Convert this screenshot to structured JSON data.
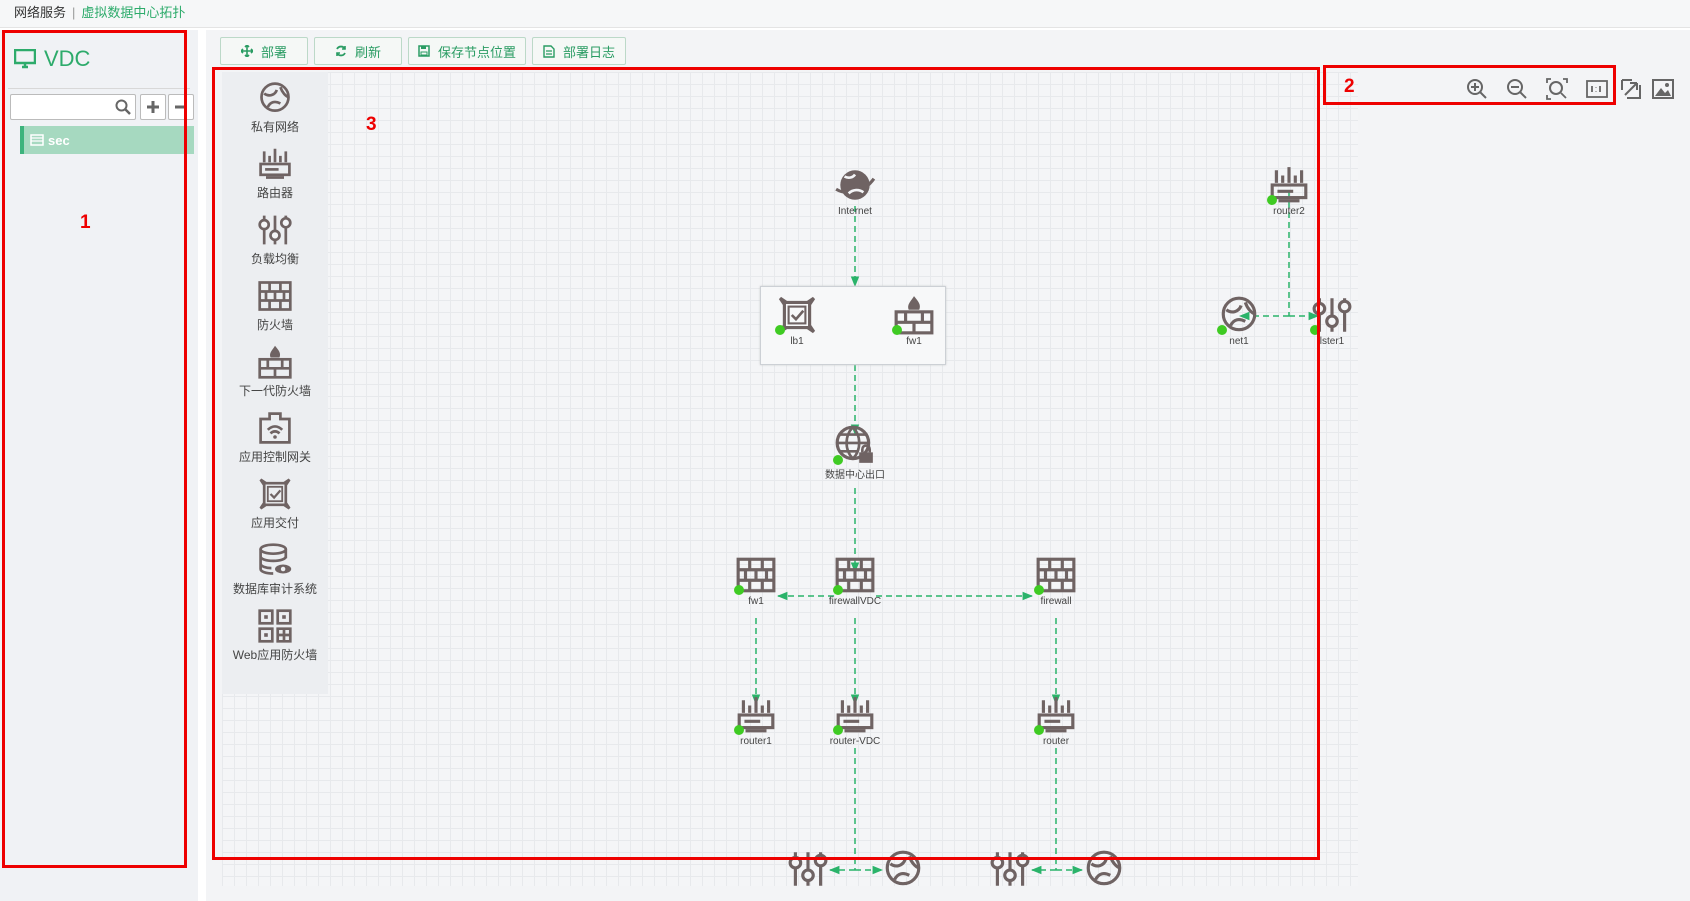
{
  "breadcrumb": {
    "parent": "网络服务",
    "separator": "|",
    "current": "虚拟数据中心拓扑"
  },
  "sidebar": {
    "title": "VDC",
    "search": {
      "placeholder": "",
      "value": ""
    },
    "tree": [
      {
        "label": "sec",
        "selected": true
      }
    ]
  },
  "toolbar": {
    "deploy": "部署",
    "refresh": "刷新",
    "save_positions": "保存节点位置",
    "deploy_log": "部署日志"
  },
  "annotations": {
    "sidebar": "1",
    "zoom_tools": "2",
    "canvas": "3"
  },
  "palette": [
    {
      "label": "私有网络",
      "icon": "private-network-icon"
    },
    {
      "label": "路由器",
      "icon": "router-icon"
    },
    {
      "label": "负载均衡",
      "icon": "load-balancer-icon"
    },
    {
      "label": "防火墙",
      "icon": "firewall-icon"
    },
    {
      "label": "下一代防火墙",
      "icon": "ngfw-icon"
    },
    {
      "label": "应用控制网关",
      "icon": "app-control-gateway-icon"
    },
    {
      "label": "应用交付",
      "icon": "app-delivery-icon"
    },
    {
      "label": "数据库审计系统",
      "icon": "db-audit-icon"
    },
    {
      "label": "Web应用防火墙",
      "icon": "waf-icon"
    }
  ],
  "nodes": {
    "internet": "Internet",
    "router2": "router2",
    "lb1": "lb1",
    "fw1_group": "fw1",
    "net1": "net1",
    "lster1": "lster1",
    "dc_exit": "数据中心出口",
    "fw1": "fw1",
    "firewallVDC": "firewallVDC",
    "firewall": "firewall",
    "router1": "router1",
    "routerVDC": "router-VDC",
    "router": "router",
    "lb_bottom_left": "",
    "net_bottom_left": "",
    "lb_bottom_right": "",
    "net_bottom_right": ""
  },
  "colors": {
    "accent": "#2dab6b",
    "icon": "#6f6363",
    "status_dot": "#3fcb23",
    "link": "#2ab36a",
    "annotation": "#ee0000"
  }
}
